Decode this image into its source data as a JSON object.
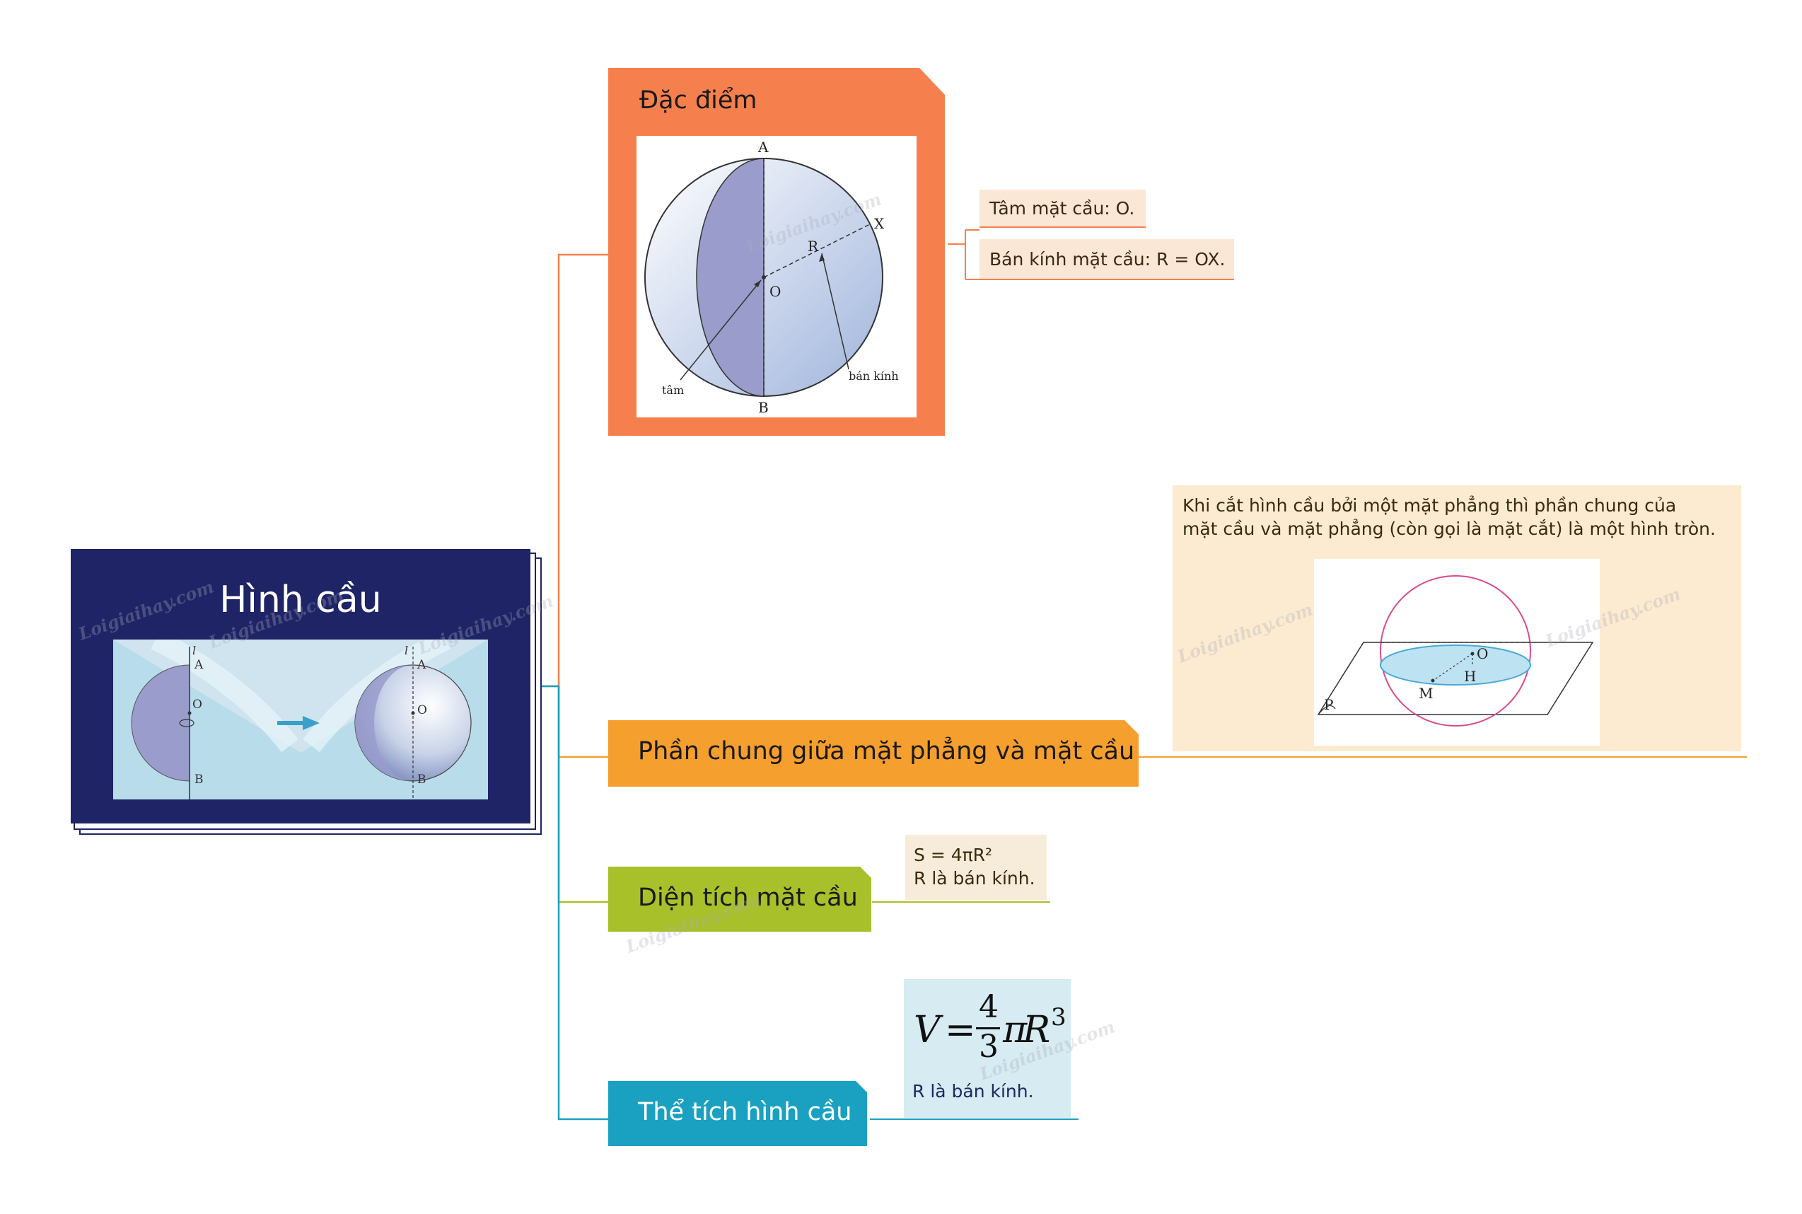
{
  "central": {
    "title": "Hình cầu",
    "figure_labels": [
      "l",
      "A",
      "O",
      "B",
      "l",
      "A",
      "O",
      "B"
    ]
  },
  "branches": [
    {
      "label": "Đặc điểm",
      "color": "#f5804d",
      "figure_labels": [
        "A",
        "B",
        "O",
        "R",
        "X",
        "tâm",
        "bán kính"
      ],
      "notes": [
        "Tâm mặt cầu: O.",
        "Bán kính mặt cầu: R = OX."
      ]
    },
    {
      "label": "Phần chung giữa mặt phẳng và mặt cầu",
      "color": "#f59f2e",
      "note_lines": [
        "Khi cắt hình cầu bởi một mặt phẳng thì phần chung của",
        "mặt cầu và mặt phẳng (còn gọi là mặt cắt) là một hình tròn."
      ],
      "figure_labels": [
        "O",
        "H",
        "M",
        "P"
      ]
    },
    {
      "label": "Diện tích mặt cầu",
      "color": "#a8c02a",
      "note_lines": [
        "S = 4πR²",
        "R là bán kính."
      ]
    },
    {
      "label": "Thể tích hình cầu",
      "color": "#1aa1c1",
      "formula": {
        "lhs": "V",
        "eq": "=",
        "num": "4",
        "den": "3",
        "pi": "π",
        "var": "R",
        "exp": "3"
      },
      "note": "R là bán kính."
    }
  ],
  "watermark": "Loigiaihay.com"
}
